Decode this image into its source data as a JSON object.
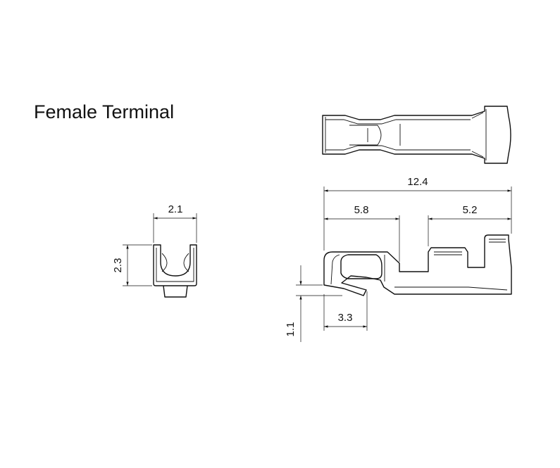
{
  "title": "Female Terminal",
  "dimensions": {
    "front_width": "2.1",
    "front_height": "2.3",
    "overall_length": "12.4",
    "contact_length": "5.8",
    "crimp_length": "5.2",
    "lance_length": "3.3",
    "lance_height": "1.1"
  }
}
